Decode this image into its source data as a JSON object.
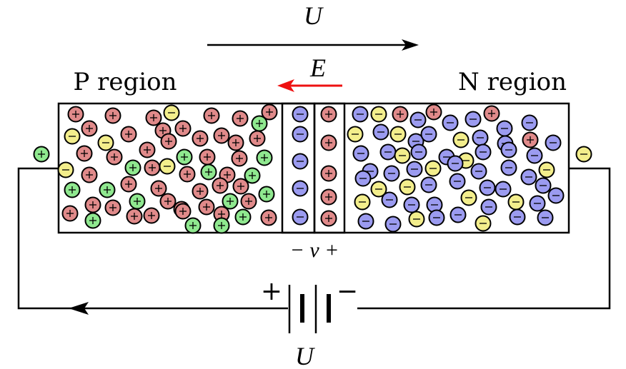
{
  "labels": {
    "voltage_top": "U",
    "field": "E",
    "p_region": "P region",
    "n_region": "N region",
    "junction_voltage": "− v +",
    "battery_plus": "+",
    "battery_minus": "−",
    "voltage_bottom": "U"
  },
  "colors": {
    "hole": "#e08a8a",
    "electron": "#9b9bf0",
    "free_hole": "#8fe88f",
    "free_electron": "#f3ee8c",
    "field_arrow": "#ee1111",
    "stroke": "#000000"
  },
  "particle_legend": {
    "plus_symbol": "+",
    "minus_symbol": "−"
  }
}
